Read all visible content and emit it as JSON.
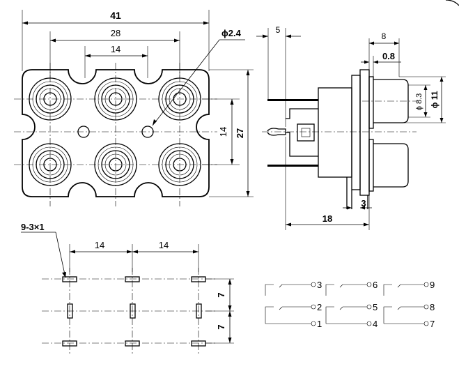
{
  "front_view": {
    "dim_width_total": "41",
    "dim_width_inner": "28",
    "dim_width_pitch": "14",
    "dim_hole": "ϕ2.4",
    "dim_height_total": "27",
    "dim_height_pitch": "14"
  },
  "side_view": {
    "dim_pin_offset": "5",
    "dim_flange": "8",
    "dim_gap": "0.8",
    "dim_tip_dia": "ϕ 8.3",
    "dim_body_dia": "ϕ 11",
    "dim_rear": "3",
    "dim_depth": "18"
  },
  "pcb_layout": {
    "pad_label": "9-3×1",
    "pitch_x_1": "14",
    "pitch_x_2": "14",
    "pitch_y_1": "7",
    "pitch_y_2": "7"
  },
  "schematic": {
    "pins": [
      "3",
      "2",
      "1",
      "6",
      "5",
      "4",
      "9",
      "8",
      "7"
    ]
  }
}
